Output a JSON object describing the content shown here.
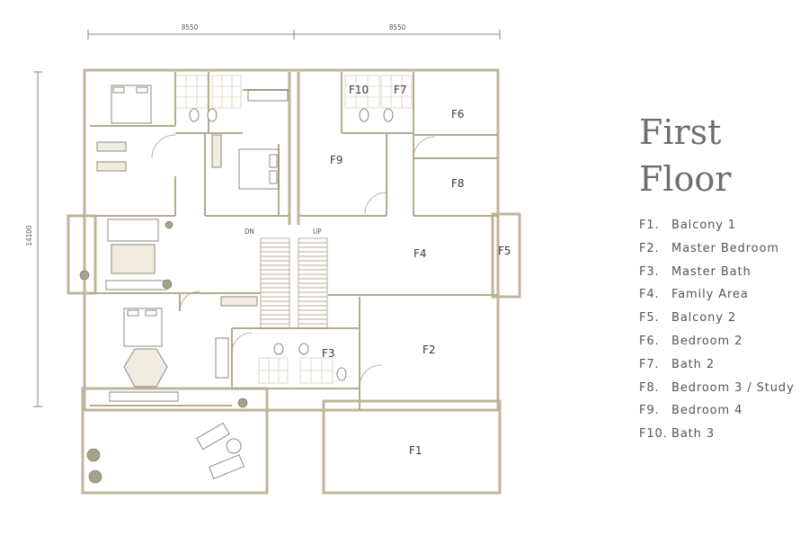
{
  "dimensions": {
    "top_left": "8550",
    "top_right": "8550",
    "left_side": "14100"
  },
  "stair_labels": {
    "down": "DN",
    "up": "UP"
  },
  "title": {
    "line1": "First",
    "line2": "Floor"
  },
  "room_labels": {
    "f1": "F1",
    "f2": "F2",
    "f3": "F3",
    "f4": "F4",
    "f5": "F5",
    "f6": "F6",
    "f7": "F7",
    "f8": "F8",
    "f9": "F9",
    "f10": "F10"
  },
  "legend": [
    {
      "code": "F1.",
      "name": "Balcony 1"
    },
    {
      "code": "F2.",
      "name": "Master Bedroom"
    },
    {
      "code": "F3.",
      "name": "Master Bath"
    },
    {
      "code": "F4.",
      "name": "Family Area"
    },
    {
      "code": "F5.",
      "name": "Balcony 2"
    },
    {
      "code": "F6.",
      "name": "Bedroom 2"
    },
    {
      "code": "F7.",
      "name": "Bath 2"
    },
    {
      "code": "F8.",
      "name": "Bedroom 3 / Study"
    },
    {
      "code": "F9.",
      "name": "Bedroom 4"
    },
    {
      "code": "F10.",
      "name": "Bath 3"
    }
  ],
  "colors": {
    "wall": "#bfb59a",
    "line": "#9c927a",
    "tile": "#c9c1a8",
    "furniture": "#8f8a7c",
    "text": "#555555"
  }
}
